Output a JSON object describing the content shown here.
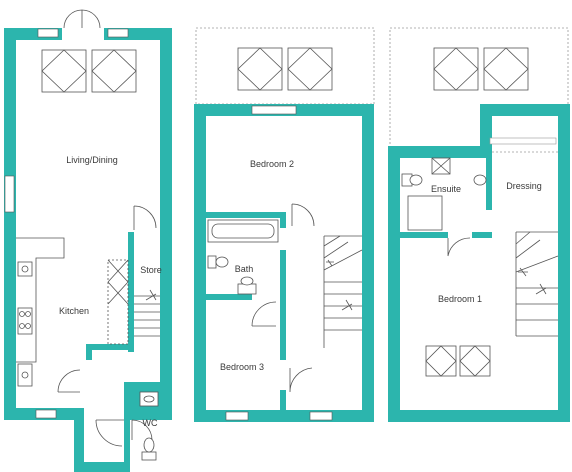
{
  "colors": {
    "wall": "#2cb5ad",
    "line": "#555555",
    "dashed": "#9a9a9a",
    "background": "#ffffff",
    "text": "#3a3a3a"
  },
  "floors": {
    "ground": {
      "rooms": {
        "living_dining": "Living/Dining",
        "kitchen": "Kitchen",
        "store": "Store",
        "wc": "WC"
      }
    },
    "first": {
      "rooms": {
        "bedroom2": "Bedroom 2",
        "bath": "Bath",
        "bedroom3": "Bedroom 3"
      }
    },
    "second": {
      "rooms": {
        "ensuite": "Ensuite",
        "dressing": "Dressing",
        "bedroom1": "Bedroom 1"
      }
    }
  }
}
